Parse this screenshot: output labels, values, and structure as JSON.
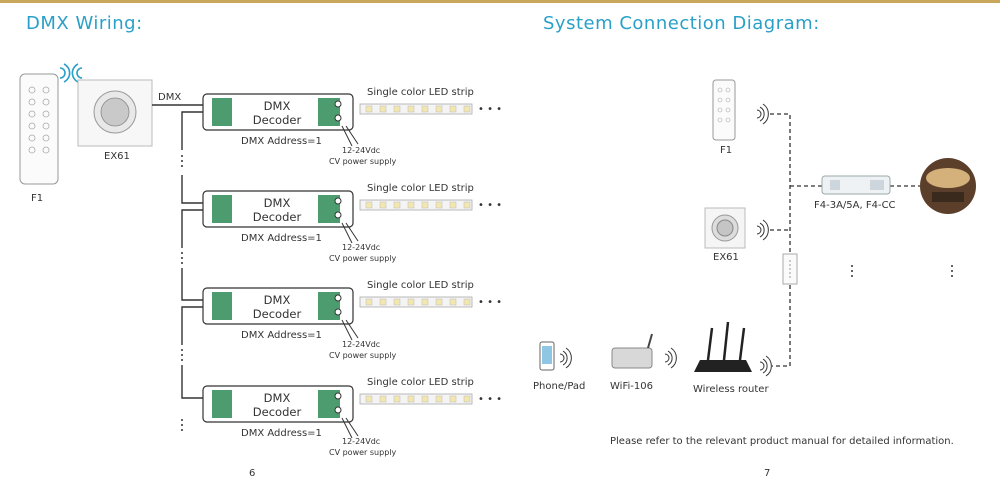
{
  "left": {
    "title": "DMX Wiring:",
    "remote_label": "F1",
    "panel_label": "EX61",
    "dmx_label": "DMX",
    "decoders": [
      {
        "name_line1": "DMX",
        "name_line2": "Decoder",
        "address": "DMX Address=1",
        "strip_label": "Single color LED strip",
        "power_line1": "12-24Vdc",
        "power_line2": "CV power supply"
      },
      {
        "name_line1": "DMX",
        "name_line2": "Decoder",
        "address": "DMX Address=1",
        "strip_label": "Single color LED strip",
        "power_line1": "12-24Vdc",
        "power_line2": "CV power supply"
      },
      {
        "name_line1": "DMX",
        "name_line2": "Decoder",
        "address": "DMX Address=1",
        "strip_label": "Single color LED strip",
        "power_line1": "12-24Vdc",
        "power_line2": "CV power supply"
      },
      {
        "name_line1": "DMX",
        "name_line2": "Decoder",
        "address": "DMX Address=1",
        "strip_label": "Single color LED strip",
        "power_line1": "12-24Vdc",
        "power_line2": "CV power supply"
      }
    ],
    "page_number": "6"
  },
  "right": {
    "title": "System Connection Diagram:",
    "remote_label": "F1",
    "panel_label": "EX61",
    "controller_label": "F4-3A/5A, F4-CC",
    "phone_label": "Phone/Pad",
    "wifi_label": "WiFi-106",
    "router_label": "Wireless router",
    "note": "Please refer to the relevant product manual for detailed information.",
    "page_number": "7"
  },
  "colors": {
    "title": "#2aa0c8",
    "top_rule": "#c9a75a",
    "line": "#333333",
    "terminal_green": "#2e8b57"
  }
}
